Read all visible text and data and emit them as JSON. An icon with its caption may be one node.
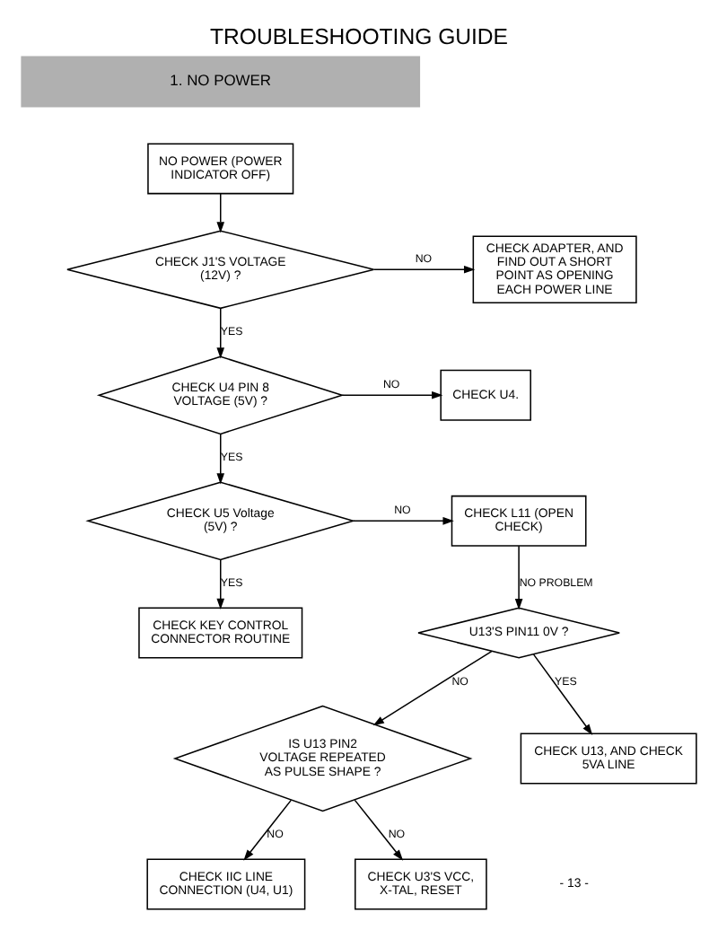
{
  "diagram": {
    "title": "TROUBLESHOOTING GUIDE",
    "nodes": [
      {
        "text": [
          "NO POWER (POWER INDICATOR OFF)"
        ]
      },
      {
        "text": [
          "CHECK J1'S VOLTAGE (12V) ?"
        ]
      },
      {
        "text": [
          "CHECK ADAPTER, AND FIND OUT A SHORT POINT AS OPENING EACH POWER LINE"
        ]
      },
      {
        "text": [
          "CHECK U4 PIN 8 VOLTAGE (5V) ?"
        ]
      },
      {
        "text": [
          "CHECK U4."
        ]
      },
      {
        "text": [
          "CHECK U5 Voltage (5V) ?"
        ]
      },
      {
        "text": [
          "CHECK L11 (OPEN CHECK)"
        ]
      },
      {
        "text": [
          "CHECK KEY CONTROL CONNECTOR ROUTINE"
        ]
      },
      {
        "text": [
          "U13'S PIN11 0V ?"
        ]
      },
      {
        "text": [
          "IS U13 PIN2 VOLTAGE REPEATED AS PULSE SHAPE ?"
        ]
      },
      {
        "text": [
          "CHECK U13, AND CHECK 5VA LINE"
        ]
      },
      {
        "text": [
          "CHECK IIC LINE CONNECTION (U4, U1)"
        ]
      },
      {
        "text": [
          "CHECK U3'S VCC, X-TAL, RESET"
        ]
      }
    ],
    "edges": [
      {
        "from": 0,
        "to": 1,
        "arrow": "to"
      },
      {
        "from": 1,
        "to": 2,
        "arrow": "to",
        "label": "NO"
      },
      {
        "from": 1,
        "to": 3,
        "arrow": "to",
        "label": "YES"
      },
      {
        "from": 3,
        "to": 4,
        "arrow": "to",
        "label": "NO"
      },
      {
        "from": 3,
        "to": 5,
        "arrow": "to",
        "label": "YES"
      },
      {
        "from": 5,
        "to": 6,
        "arrow": "to",
        "label": "NO"
      },
      {
        "from": 5,
        "to": 7,
        "arrow": "to",
        "label": "YES"
      },
      {
        "from": 6,
        "to": 8,
        "arrow": "to",
        "label": "NO PROBLEM"
      },
      {
        "from": 8,
        "to": 9,
        "arrow": "to",
        "label": "NO"
      },
      {
        "from": 8,
        "to": 10,
        "arrow": "to",
        "label": "YES"
      },
      {
        "from": 9,
        "to": 12,
        "arrow": "to",
        "label": "NO"
      },
      {
        "from": 9,
        "to": 11,
        "arrow": "to",
        "label": "NO"
      }
    ],
    "labels": [
      "1. NO POWER",
      "- 13 -"
    ]
  }
}
